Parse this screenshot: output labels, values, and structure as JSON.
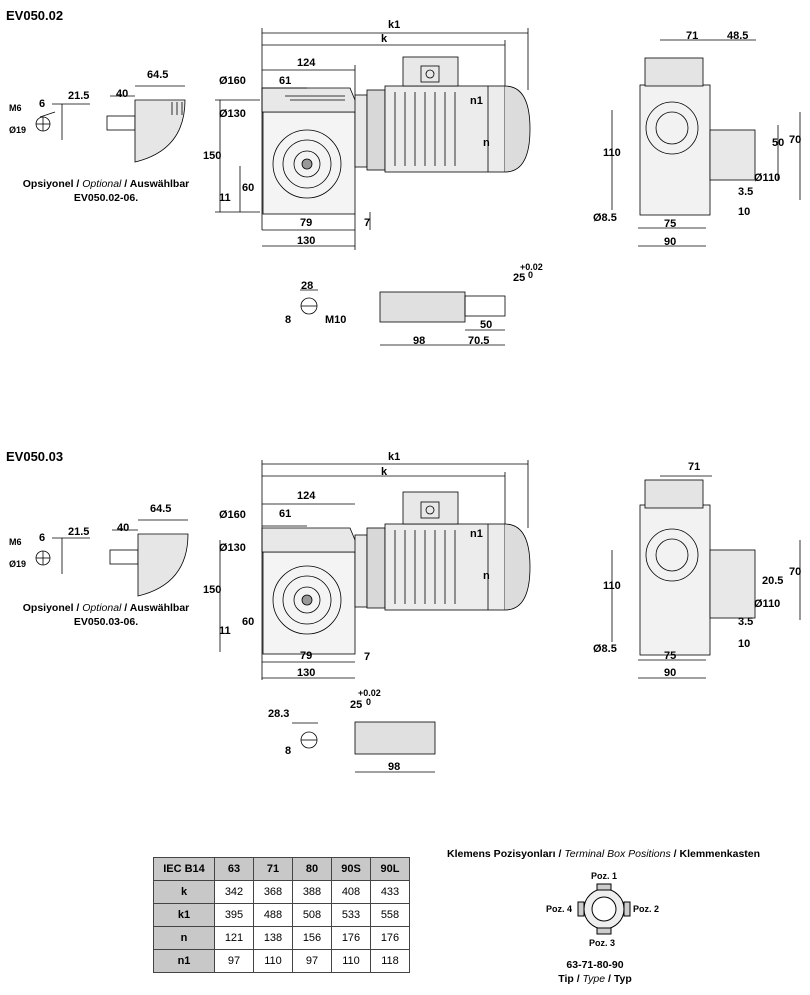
{
  "sections": [
    {
      "title": "EV050.02",
      "optional_note": {
        "tr": "Opsiyonel",
        "en": "Optional",
        "de": "Auswählbar",
        "code": "EV050.02-06."
      },
      "dims": {
        "k1": "k1",
        "k": "k",
        "d124": "124",
        "d61": "61",
        "d160": "Ø160",
        "d130": "Ø130",
        "d150": "150",
        "d60": "60",
        "d11": "11",
        "d79": "79",
        "d130w": "130",
        "d7": "7",
        "n1": "n1",
        "n": "n",
        "opt_64_5": "64.5",
        "opt_40": "40",
        "opt_21_5": "21.5",
        "opt_6": "6",
        "opt_m6": "M6",
        "opt_d19": "Ø19",
        "side_71": "71",
        "side_48_5": "48.5",
        "side_110": "110",
        "side_50": "50",
        "side_70": "70",
        "side_d110": "Ø110",
        "side_3_5": "3.5",
        "side_10": "10",
        "side_d8_5": "Ø8.5",
        "side_75": "75",
        "side_90": "90",
        "key_28": "28",
        "key_8": "8",
        "key_m10": "M10",
        "shaft_98": "98",
        "shaft_70_5": "70.5",
        "shaft_50": "50",
        "shaft_25": "25",
        "shaft_tol": "+0.02",
        "shaft_tol0": "0"
      }
    },
    {
      "title": "EV050.03",
      "optional_note": {
        "tr": "Opsiyonel",
        "en": "Optional",
        "de": "Auswählbar",
        "code": "EV050.03-06."
      },
      "dims": {
        "k1": "k1",
        "k": "k",
        "d124": "124",
        "d61": "61",
        "d160": "Ø160",
        "d130": "Ø130",
        "d150": "150",
        "d60": "60",
        "d11": "11",
        "d79": "79",
        "d130w": "130",
        "d7": "7",
        "n1": "n1",
        "n": "n",
        "opt_64_5": "64.5",
        "opt_40": "40",
        "opt_21_5": "21.5",
        "opt_6": "6",
        "opt_m6": "M6",
        "opt_d19": "Ø19",
        "side_71": "71",
        "side_110": "110",
        "side_20_5": "20.5",
        "side_70": "70",
        "side_d110": "Ø110",
        "side_3_5": "3.5",
        "side_10": "10",
        "side_d8_5": "Ø8.5",
        "side_75": "75",
        "side_90": "90",
        "key_28_3": "28.3",
        "key_8": "8",
        "shaft_98": "98",
        "shaft_25": "25",
        "shaft_tol": "+0.02",
        "shaft_tol0": "0"
      }
    }
  ],
  "table": {
    "header": [
      "IEC B14",
      "63",
      "71",
      "80",
      "90S",
      "90L"
    ],
    "rows": [
      {
        "label": "k",
        "values": [
          "342",
          "368",
          "388",
          "408",
          "433"
        ]
      },
      {
        "label": "k1",
        "values": [
          "395",
          "488",
          "508",
          "533",
          "558"
        ]
      },
      {
        "label": "n",
        "values": [
          "121",
          "138",
          "156",
          "176",
          "176"
        ]
      },
      {
        "label": "n1",
        "values": [
          "97",
          "110",
          "97",
          "110",
          "118"
        ]
      }
    ]
  },
  "terminal_box": {
    "title_tr": "Klemens Pozisyonları",
    "title_en": "Terminal Box Positions",
    "title_de": "Klemmenkasten",
    "positions": [
      "Poz. 1",
      "Poz. 2",
      "Poz. 3",
      "Poz. 4"
    ],
    "types": "63-71-80-90",
    "type_tr": "Tip",
    "type_en": "Type",
    "type_de": "Typ"
  }
}
